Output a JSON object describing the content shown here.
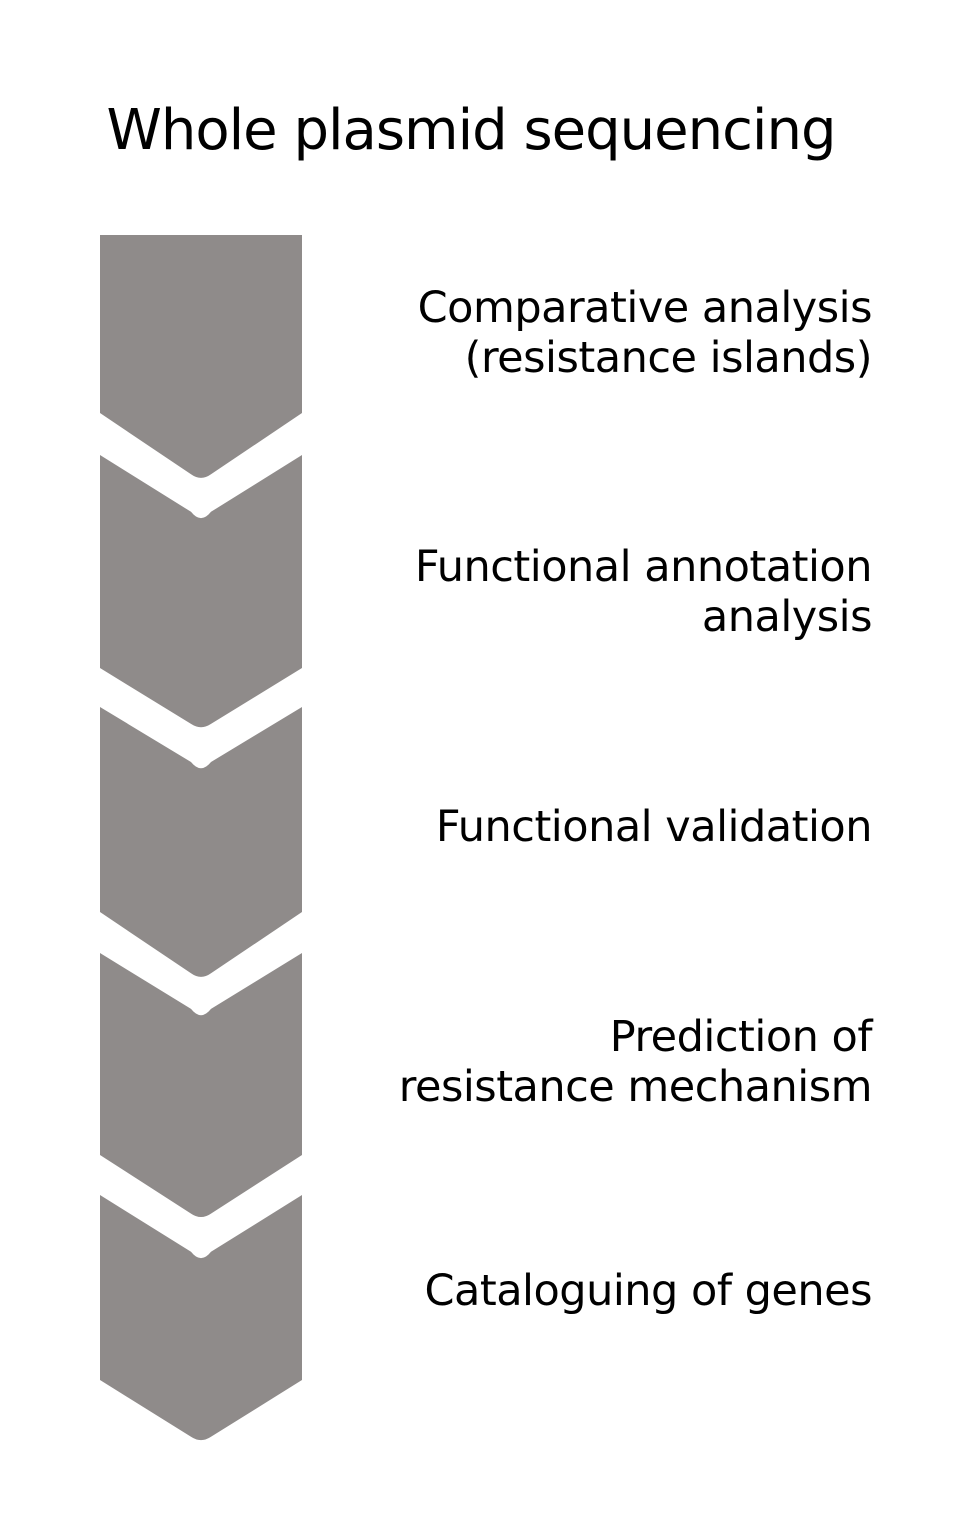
{
  "title": "Whole plasmid sequencing",
  "flow": {
    "arrow_direction": "down",
    "steps": [
      {
        "label": "Comparative analysis (resistance islands)",
        "lines": [
          "Comparative analysis",
          "(resistance islands)"
        ]
      },
      {
        "label": "Functional annotation analysis",
        "lines": [
          "Functional annotation",
          "analysis"
        ]
      },
      {
        "label": "Functional validation",
        "lines": [
          "Functional validation"
        ]
      },
      {
        "label": "Prediction of resistance mechanism",
        "lines": [
          "Prediction of",
          "resistance mechanism"
        ]
      },
      {
        "label": "Cataloguing of genes",
        "lines": [
          "Cataloguing of genes"
        ]
      }
    ]
  },
  "colors": {
    "chevron_gray": "#8f8b8a",
    "text": "#000000",
    "background": "#ffffff"
  }
}
